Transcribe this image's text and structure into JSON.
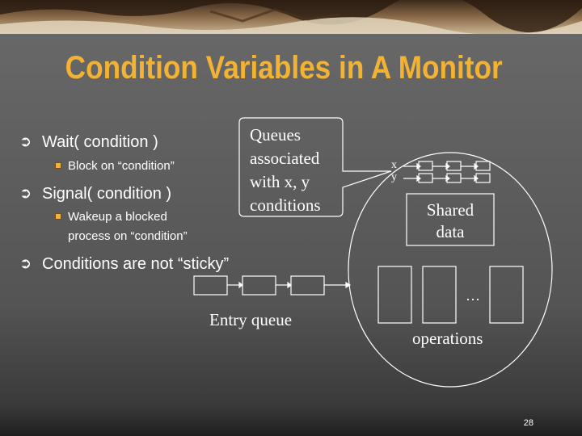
{
  "title": "Condition Variables in A Monitor",
  "bullets": [
    {
      "text": "Wait( condition )",
      "sub": [
        "Block on “condition”"
      ]
    },
    {
      "text": "Signal( condition )",
      "sub": [
        "Wakeup a blocked",
        "process on “condition”"
      ]
    },
    {
      "text": "Conditions are not “sticky”",
      "sub": []
    }
  ],
  "callout": [
    "Queues",
    "associated",
    "with x, y",
    "conditions"
  ],
  "queue_labels": {
    "x": "x",
    "y": "y"
  },
  "shared_data": [
    "Shared",
    "data"
  ],
  "ellipsis": "…",
  "operations_label": "operations",
  "entry_queue_label": "Entry queue",
  "page_number": "28",
  "colors": {
    "title": "#f2b233",
    "text": "#ffffff",
    "bullet_square": "#f2b233"
  }
}
